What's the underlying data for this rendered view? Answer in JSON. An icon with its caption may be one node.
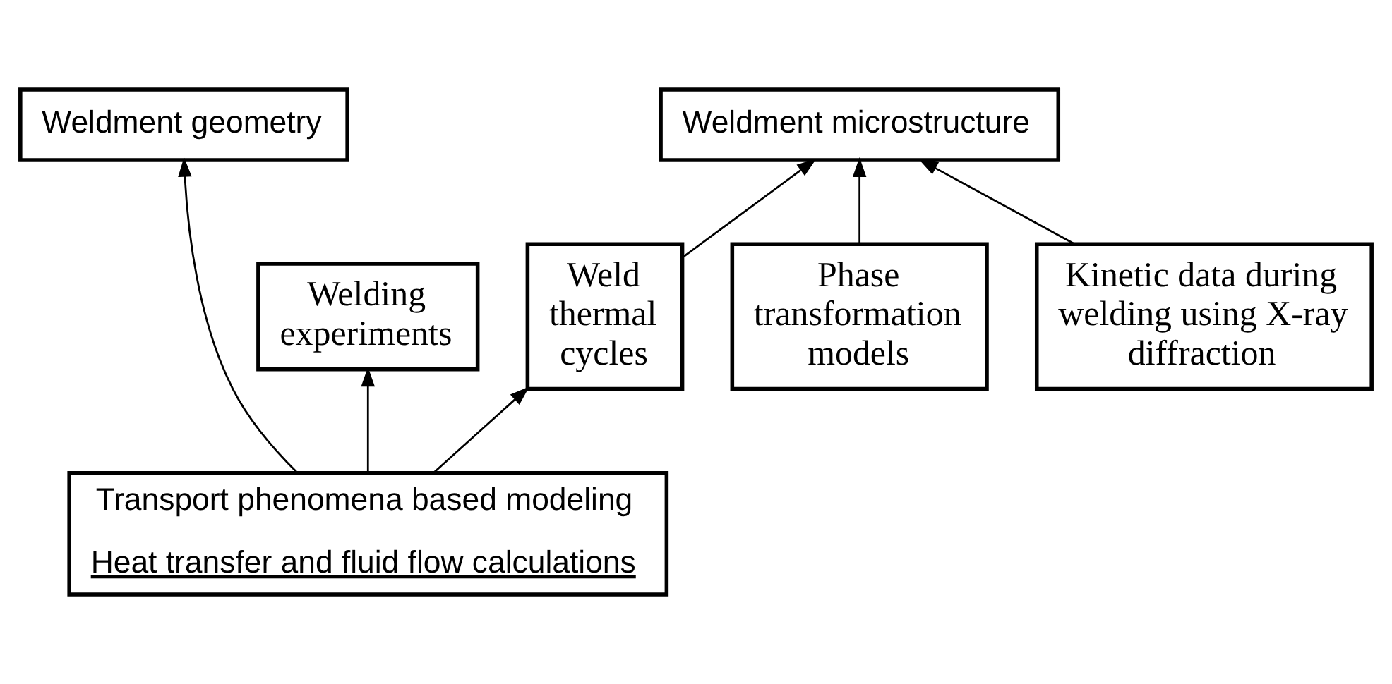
{
  "diagram": {
    "nodes": [
      {
        "text": [
          "Weldment geometry"
        ]
      },
      {
        "text": [
          "Weldment microstructure"
        ]
      },
      {
        "text": [
          "Welding experiments"
        ]
      },
      {
        "text": [
          "Weld thermal cycles"
        ]
      },
      {
        "text": [
          "Phase transformation models"
        ]
      },
      {
        "text": [
          "Kinetic data during welding using X-ray diffraction"
        ]
      },
      {
        "text": [
          "Transport phenomena based modeling",
          "Heat transfer and fluid flow calculations"
        ]
      }
    ],
    "edges": [
      {
        "from": 6,
        "to": 2,
        "arrow": "to"
      },
      {
        "from": 6,
        "to": 0,
        "arrow": "to"
      },
      {
        "from": 6,
        "to": 3,
        "arrow": "to"
      },
      {
        "from": 3,
        "to": 1,
        "arrow": "to"
      },
      {
        "from": 4,
        "to": 1,
        "arrow": "to"
      },
      {
        "from": 5,
        "to": 1,
        "arrow": "to"
      }
    ]
  }
}
